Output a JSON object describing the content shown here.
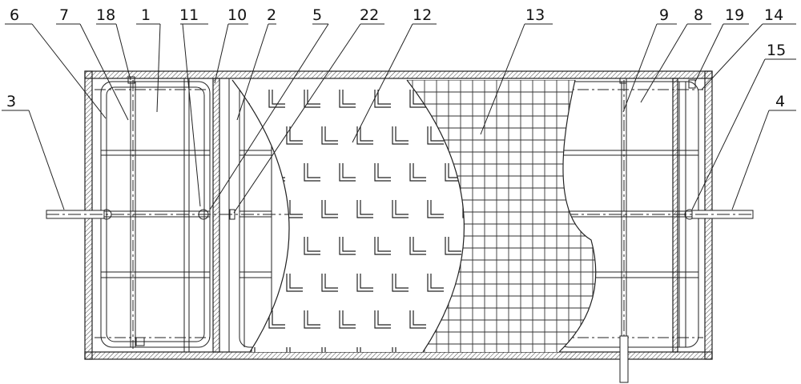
{
  "labels": {
    "l6": "6",
    "l7": "7",
    "l18": "18",
    "l1": "1",
    "l11": "11",
    "l10": "10",
    "l2": "2",
    "l5": "5",
    "l22": "22",
    "l12": "12",
    "l13": "13",
    "l9": "9",
    "l8": "8",
    "l19": "19",
    "l14": "14",
    "l15": "15",
    "l3": "3",
    "l4": "4"
  },
  "colors": {
    "line": "#222222",
    "hatch": "#444444",
    "background": "#ffffff"
  }
}
